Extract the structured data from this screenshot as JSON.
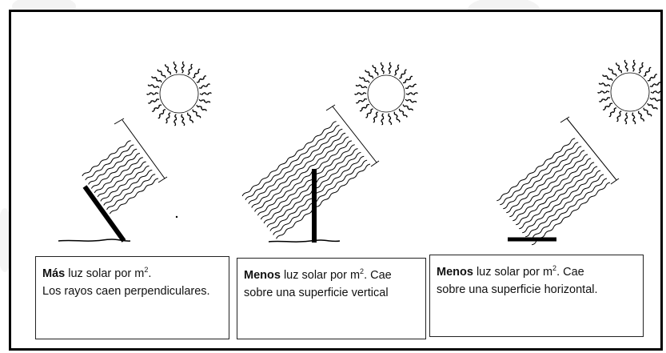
{
  "panels": [
    {
      "bold": "Más",
      "text1": " luz solar por m",
      "sup": "2",
      "text1_end": ".",
      "line2": "Los rayos caen perpendiculares."
    },
    {
      "bold": "Menos",
      "text1": " luz solar por m",
      "sup": "2",
      "text1_end": ". Cae",
      "line2": "sobre una superficie vertical"
    },
    {
      "bold": "Menos",
      "text1": " luz solar por m",
      "sup": "2",
      "text1_end": ". Cae",
      "line2": "sobre una superficie horizontal."
    }
  ],
  "colors": {
    "ink": "#000000",
    "border": "#000000",
    "background": "#ffffff",
    "watermark": "#f2f2f2"
  }
}
